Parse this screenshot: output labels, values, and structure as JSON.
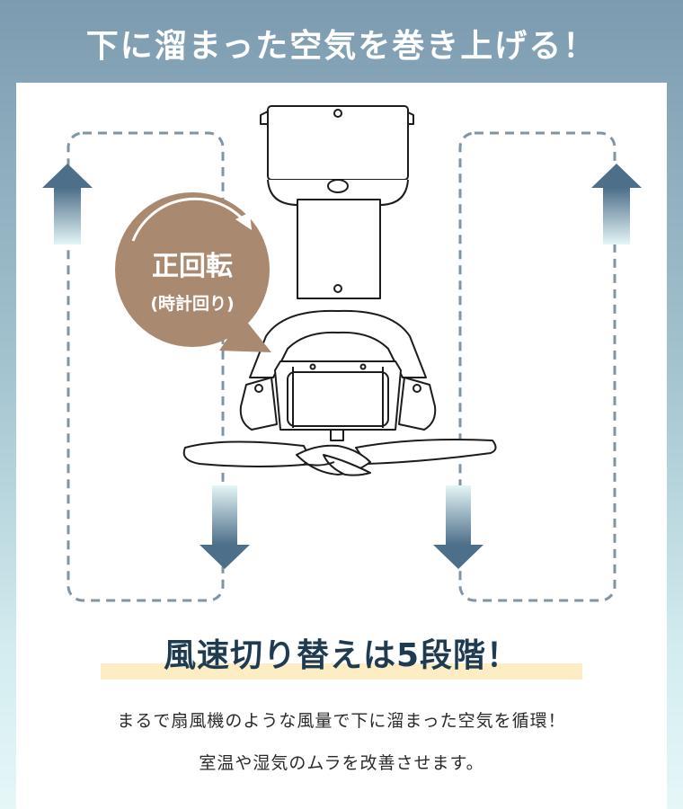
{
  "header": {
    "title": "下に溜まった空気を巻き上げる！"
  },
  "badge": {
    "line1": "正回転",
    "line2": "(時計回り)"
  },
  "section": {
    "title": "風速切り替えは5段階！"
  },
  "description": {
    "line1": "まるで扇風機のような風量で下に溜まった空気を循環！",
    "line2": "室温や湿気のムラを改善させます。"
  },
  "colors": {
    "header_gradient_top": "#7d9bb0",
    "header_gradient_bottom": "#e6f7f8",
    "arrow_dark": "#4e6f8a",
    "badge": "#a98a70",
    "title_text": "#1f3b52",
    "highlight": "#fcedc4"
  },
  "icons": [
    "ceiling-fan-icon",
    "arrow-up-icon",
    "arrow-down-icon"
  ]
}
